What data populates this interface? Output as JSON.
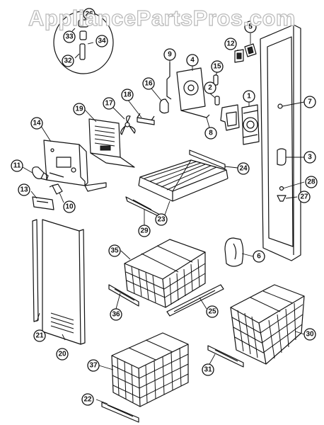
{
  "watermark": "AppliancePartsPros.com",
  "callouts": [
    {
      "id": "33",
      "label": "33"
    },
    {
      "id": "34",
      "label": "34"
    },
    {
      "id": "32",
      "label": "32"
    },
    {
      "id": "26",
      "label": "26"
    },
    {
      "id": "5",
      "label": "5"
    },
    {
      "id": "12",
      "label": "12"
    },
    {
      "id": "9",
      "label": "9"
    },
    {
      "id": "4",
      "label": "4"
    },
    {
      "id": "15",
      "label": "15"
    },
    {
      "id": "16",
      "label": "16"
    },
    {
      "id": "2",
      "label": "2"
    },
    {
      "id": "1",
      "label": "1"
    },
    {
      "id": "7",
      "label": "7"
    },
    {
      "id": "18",
      "label": "18"
    },
    {
      "id": "17",
      "label": "17"
    },
    {
      "id": "19",
      "label": "19"
    },
    {
      "id": "8",
      "label": "8"
    },
    {
      "id": "14",
      "label": "14"
    },
    {
      "id": "3",
      "label": "3"
    },
    {
      "id": "24",
      "label": "24"
    },
    {
      "id": "11",
      "label": "11"
    },
    {
      "id": "28",
      "label": "28"
    },
    {
      "id": "27",
      "label": "27"
    },
    {
      "id": "13",
      "label": "13"
    },
    {
      "id": "10",
      "label": "10"
    },
    {
      "id": "23",
      "label": "23"
    },
    {
      "id": "29",
      "label": "29"
    },
    {
      "id": "35",
      "label": "35"
    },
    {
      "id": "6",
      "label": "6"
    },
    {
      "id": "36",
      "label": "36"
    },
    {
      "id": "25",
      "label": "25"
    },
    {
      "id": "30",
      "label": "30"
    },
    {
      "id": "21",
      "label": "21"
    },
    {
      "id": "20",
      "label": "20"
    },
    {
      "id": "37",
      "label": "37"
    },
    {
      "id": "31",
      "label": "31"
    },
    {
      "id": "22",
      "label": "22"
    }
  ]
}
